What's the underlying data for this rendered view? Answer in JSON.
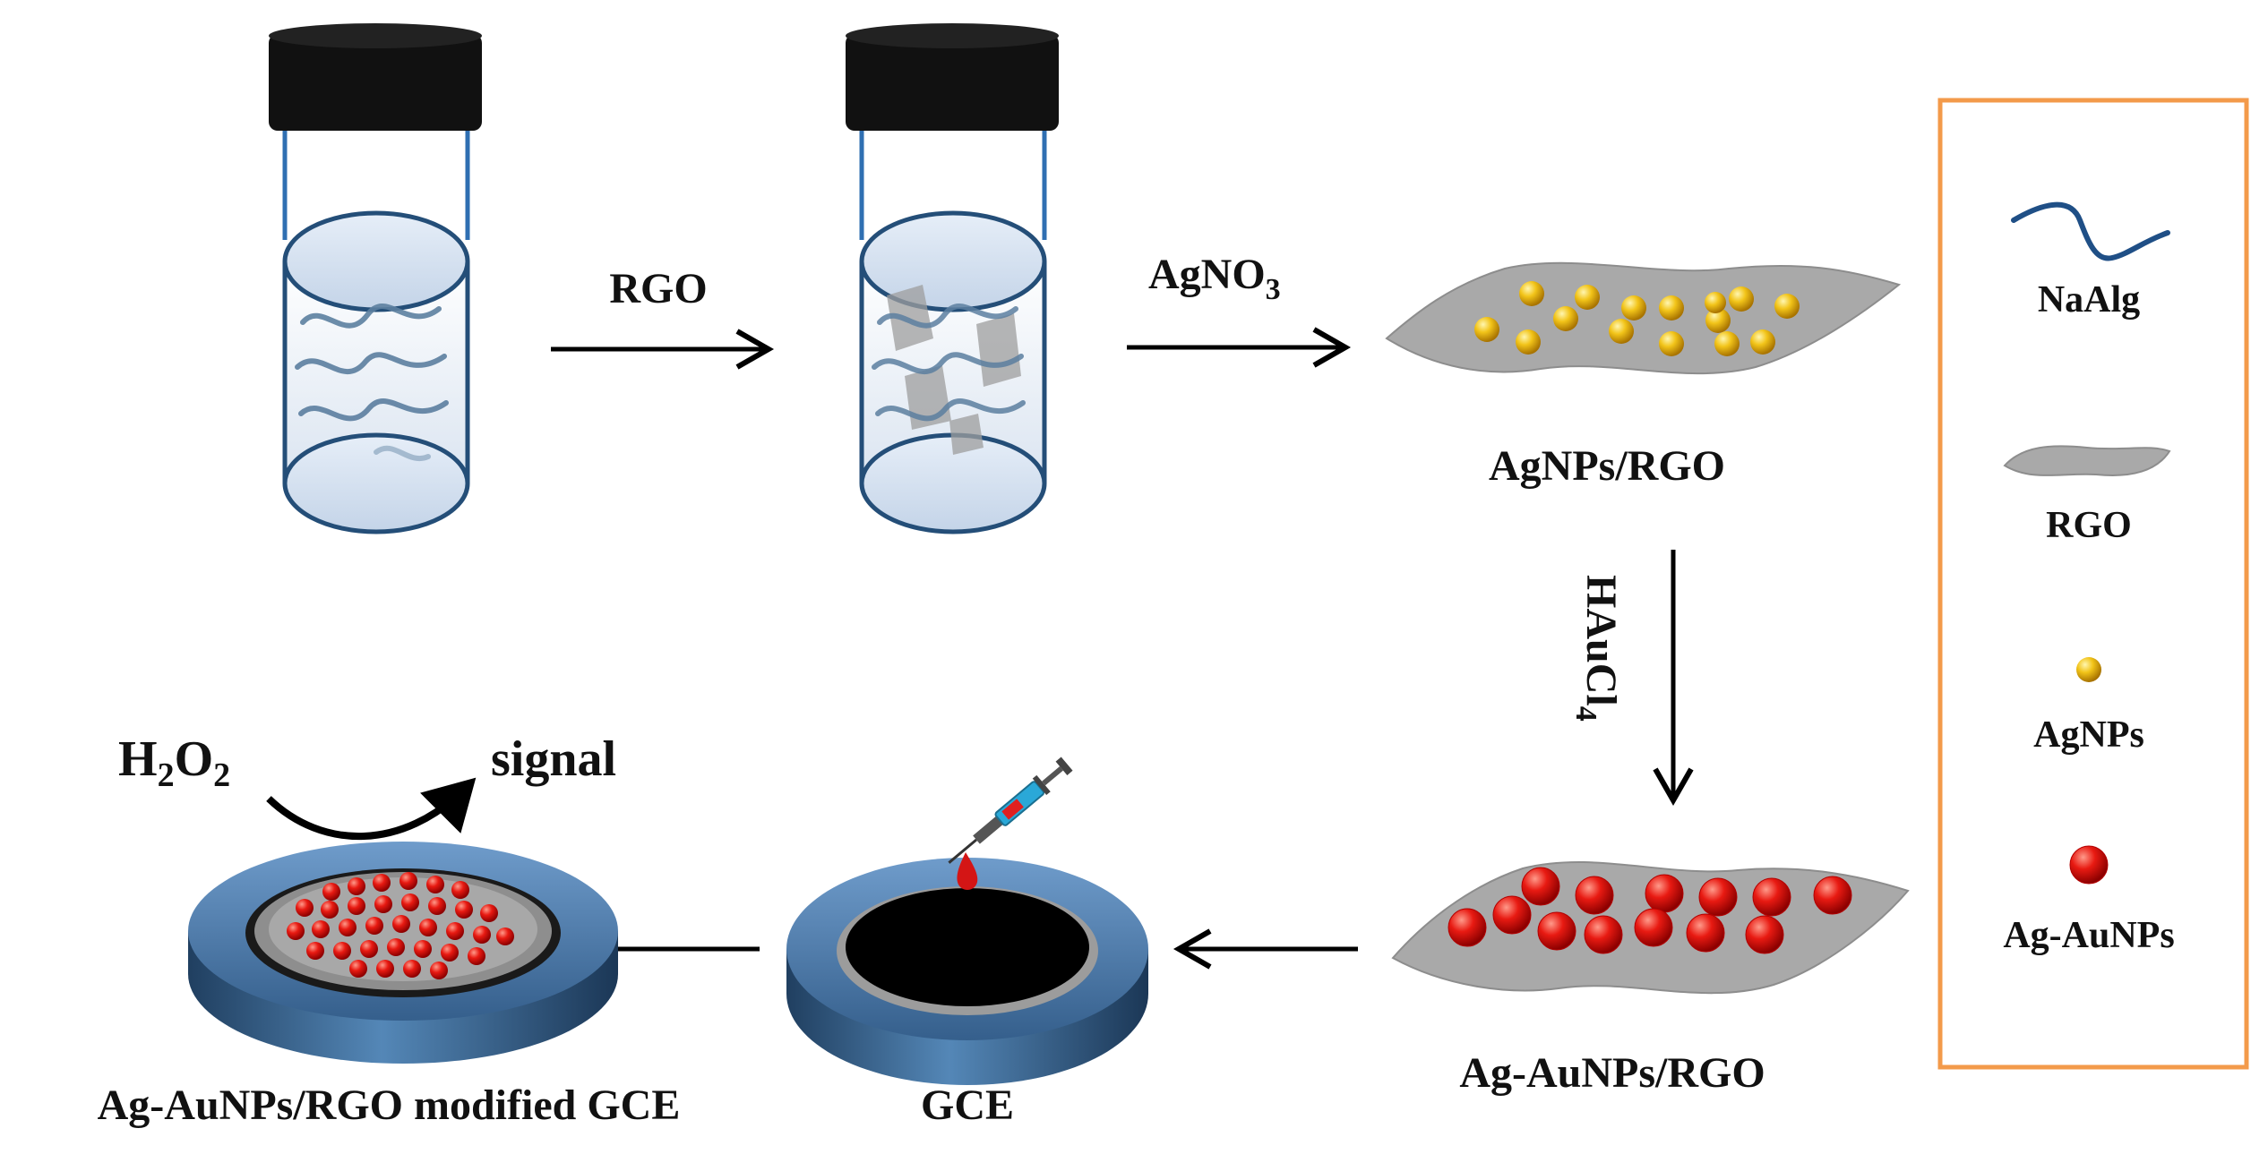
{
  "steps": {
    "rgo": "RGO",
    "agno3_main": "AgNO",
    "agno3_sub": "3",
    "agnps_rgo": "AgNPs/RGO",
    "hauc_main": "HAuCl",
    "hauc_sub": "4",
    "ag_aunps_rgo": "Ag-AuNPs/RGO",
    "gce": "GCE",
    "modified_gce": "Ag-AuNPs/RGO modified GCE",
    "h2o2_h": "H",
    "h2o2_sub1": "2",
    "h2o2_o": "O",
    "h2o2_sub2": "2",
    "signal": "signal"
  },
  "legend": {
    "naalg": "NaAlg",
    "rgo": "RGO",
    "agnps": "AgNPs",
    "ag_aunps": "Ag-AuNPs"
  },
  "colors": {
    "legend_border": "#f39a4a",
    "nanoparticle_gold": "#e8b010",
    "nanoparticle_red": "#e01818",
    "sheet_gray": "#a9a9a9",
    "electrode_blue": "#3d6f9e",
    "polymer_chain": "#5c7fa0"
  }
}
